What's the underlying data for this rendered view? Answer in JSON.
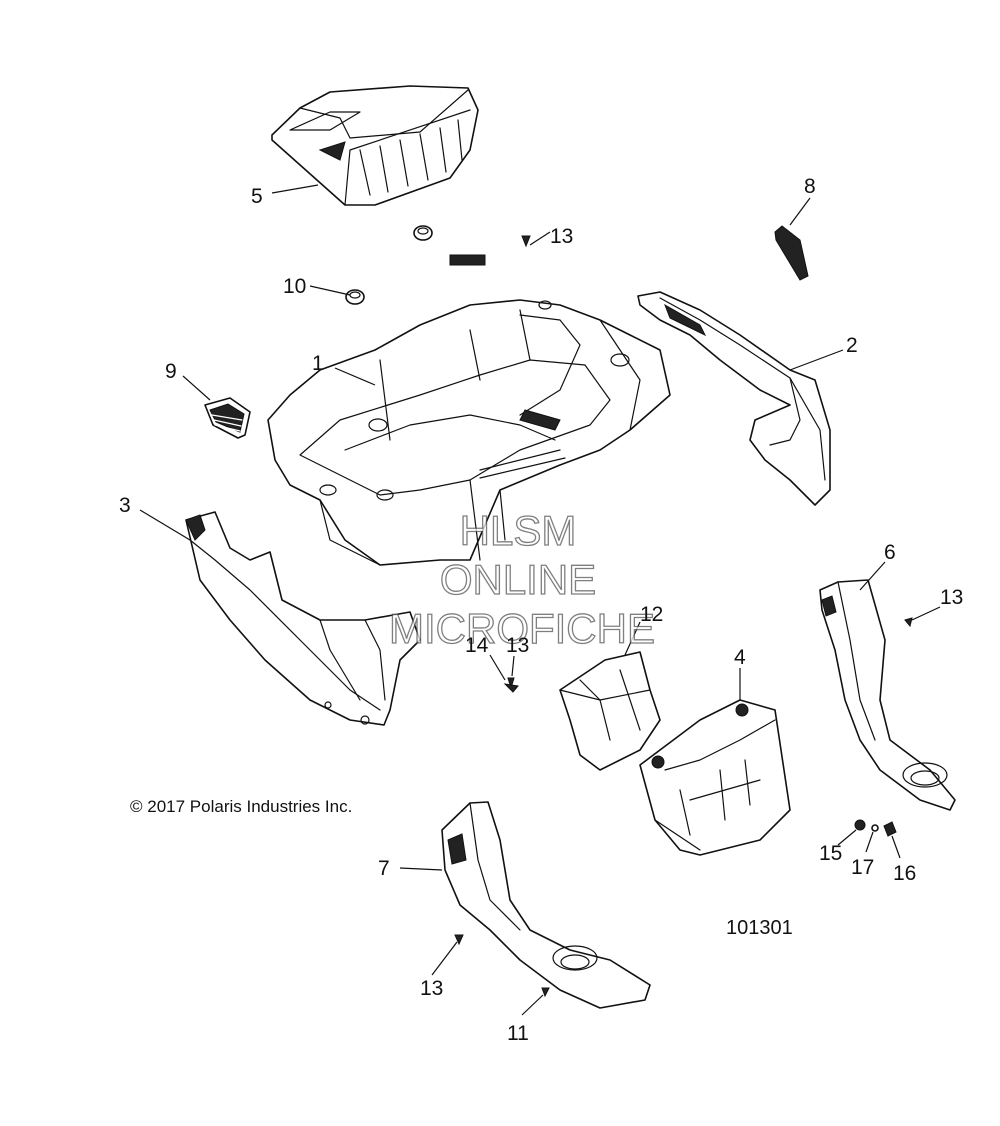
{
  "callouts": {
    "c1": "1",
    "c2": "2",
    "c3": "3",
    "c4": "4",
    "c5": "5",
    "c6": "6",
    "c7": "7",
    "c8": "8",
    "c9": "9",
    "c10": "10",
    "c11": "11",
    "c12": "12",
    "c13a": "13",
    "c13b": "13",
    "c13c": "13",
    "c13d": "13",
    "c14": "14",
    "c15": "15",
    "c16": "16",
    "c17": "17"
  },
  "copyright": "© 2017 Polaris Industries Inc.",
  "diagram_number": "101301",
  "watermark": {
    "line1": "HLSM",
    "line2": "ONLINE",
    "line3": "MICROFICHE"
  }
}
